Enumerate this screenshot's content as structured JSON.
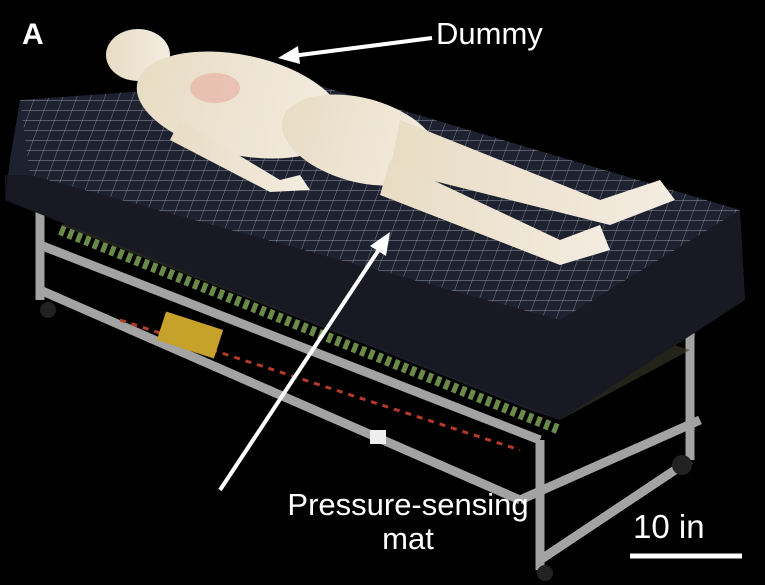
{
  "panel_label": "A",
  "annotations": {
    "dummy": "Dummy",
    "mat_line1": "Pressure-sensing",
    "mat_line2": "mat"
  },
  "scale_bar": {
    "label": "10 in"
  },
  "colors": {
    "background": "#000000",
    "mat": "#1e2230",
    "dummy": "#efe6d2",
    "frame": "#9a9a9a",
    "text": "#ffffff"
  }
}
